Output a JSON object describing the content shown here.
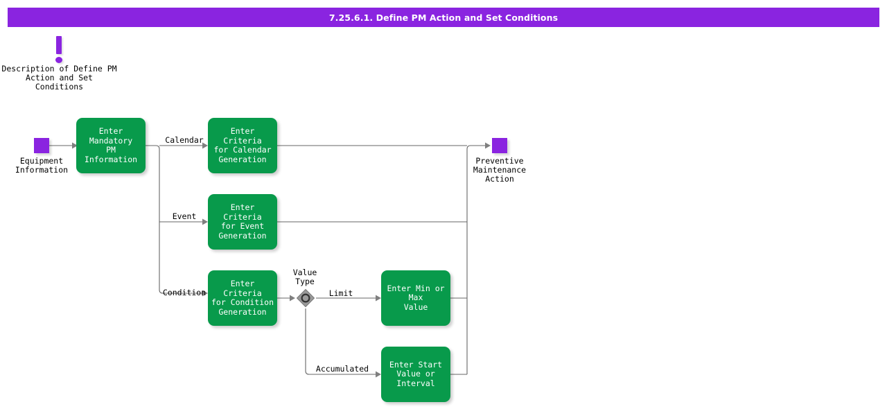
{
  "title_bar": {
    "text": "7.25.6.1. Define PM Action and Set Conditions",
    "background": "#8A24E0",
    "text_color": "#ffffff"
  },
  "colors": {
    "purple": "#8A24E0",
    "green": "#089A4B",
    "edge": "#666666",
    "arrowhead": "#7f7f7f",
    "gateway_fill": "#999999",
    "gateway_ring": "#333333",
    "text": "#000000",
    "node_text": "#ffffff",
    "background": "#ffffff"
  },
  "note": {
    "icon": "exclamation-icon",
    "label": "Description of Define PM\nAction and Set\nConditions"
  },
  "terminals": [
    {
      "id": "equipment-information",
      "label": "Equipment\nInformation",
      "icon": "purple-square-terminal"
    },
    {
      "id": "preventive-maintenance-action",
      "label": "Preventive\nMaintenance\nAction",
      "icon": "purple-square-terminal"
    }
  ],
  "processes": [
    {
      "id": "enter-mandatory-pm-information",
      "label": "Enter Mandatory\nPM Information"
    },
    {
      "id": "enter-criteria-for-calendar-generation",
      "label": "Enter Criteria\nfor Calendar\nGeneration"
    },
    {
      "id": "enter-criteria-for-event-generation",
      "label": "Enter Criteria\nfor Event\nGeneration"
    },
    {
      "id": "enter-criteria-for-condition-generation",
      "label": "Enter Criteria\nfor Condition\nGeneration"
    },
    {
      "id": "enter-min-or-max-value",
      "label": "Enter Min or Max\nValue"
    },
    {
      "id": "enter-start-value-or-interval",
      "label": "Enter Start\nValue or\nInterval"
    }
  ],
  "gateways": [
    {
      "id": "value-type-gateway",
      "label": "Value\nType",
      "type": "inclusive-or"
    }
  ],
  "edge_labels": [
    {
      "id": "edge-label-calendar",
      "text": "Calendar"
    },
    {
      "id": "edge-label-event",
      "text": "Event"
    },
    {
      "id": "edge-label-condition",
      "text": "Condition"
    },
    {
      "id": "edge-label-limit",
      "text": "Limit"
    },
    {
      "id": "edge-label-accumulated",
      "text": "Accumulated"
    }
  ]
}
